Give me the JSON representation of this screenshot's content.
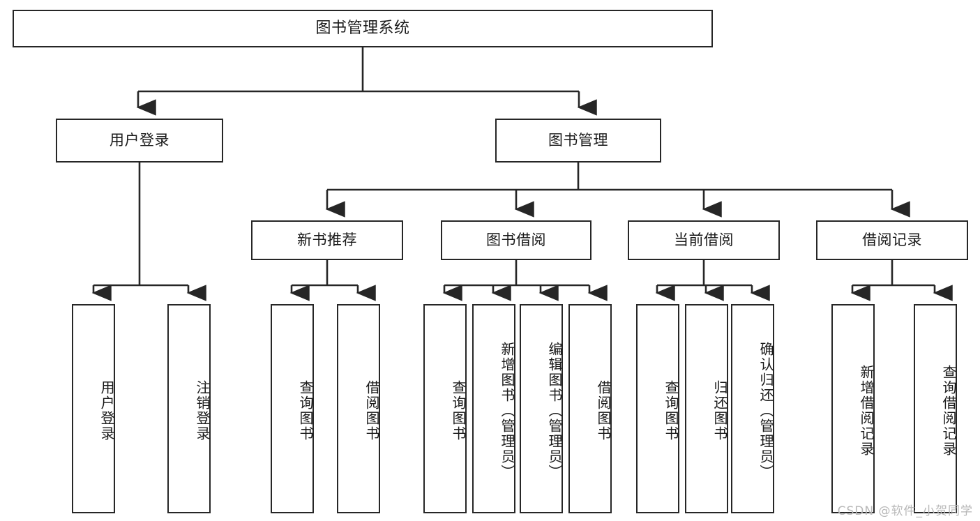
{
  "diagram": {
    "type": "hierarchy-tree",
    "title": "图书管理系统",
    "orientation": "top-down",
    "line_color": "#262626",
    "box_fill": "#ffffff",
    "text_color": "#1a1a1a",
    "levels": 4
  },
  "nodes": {
    "root": {
      "label": "图书管理系统"
    },
    "level2": [
      {
        "label": "用户登录"
      },
      {
        "label": "图书管理"
      }
    ],
    "level3": [
      {
        "label": "新书推荐"
      },
      {
        "label": "图书借阅"
      },
      {
        "label": "当前借阅"
      },
      {
        "label": "借阅记录"
      }
    ],
    "leaves": {
      "user_login": [
        {
          "label": "用户登录"
        },
        {
          "label": "注销登录"
        }
      ],
      "new_book_recommend": [
        {
          "label": "查询图书"
        },
        {
          "label": "借阅图书"
        }
      ],
      "book_borrow": [
        {
          "label": "查询图书"
        },
        {
          "label": "新增图书（管理员）"
        },
        {
          "label": "编辑图书（管理员）"
        },
        {
          "label": "借阅图书"
        }
      ],
      "current_borrow": [
        {
          "label": "查询图书"
        },
        {
          "label": "归还图书"
        },
        {
          "label": "确认归还（管理员）"
        }
      ],
      "borrow_record": [
        {
          "label": "新增借阅记录"
        },
        {
          "label": "查询借阅记录"
        }
      ]
    }
  },
  "watermark": {
    "text": "CSDN @软件_小贺同学"
  }
}
